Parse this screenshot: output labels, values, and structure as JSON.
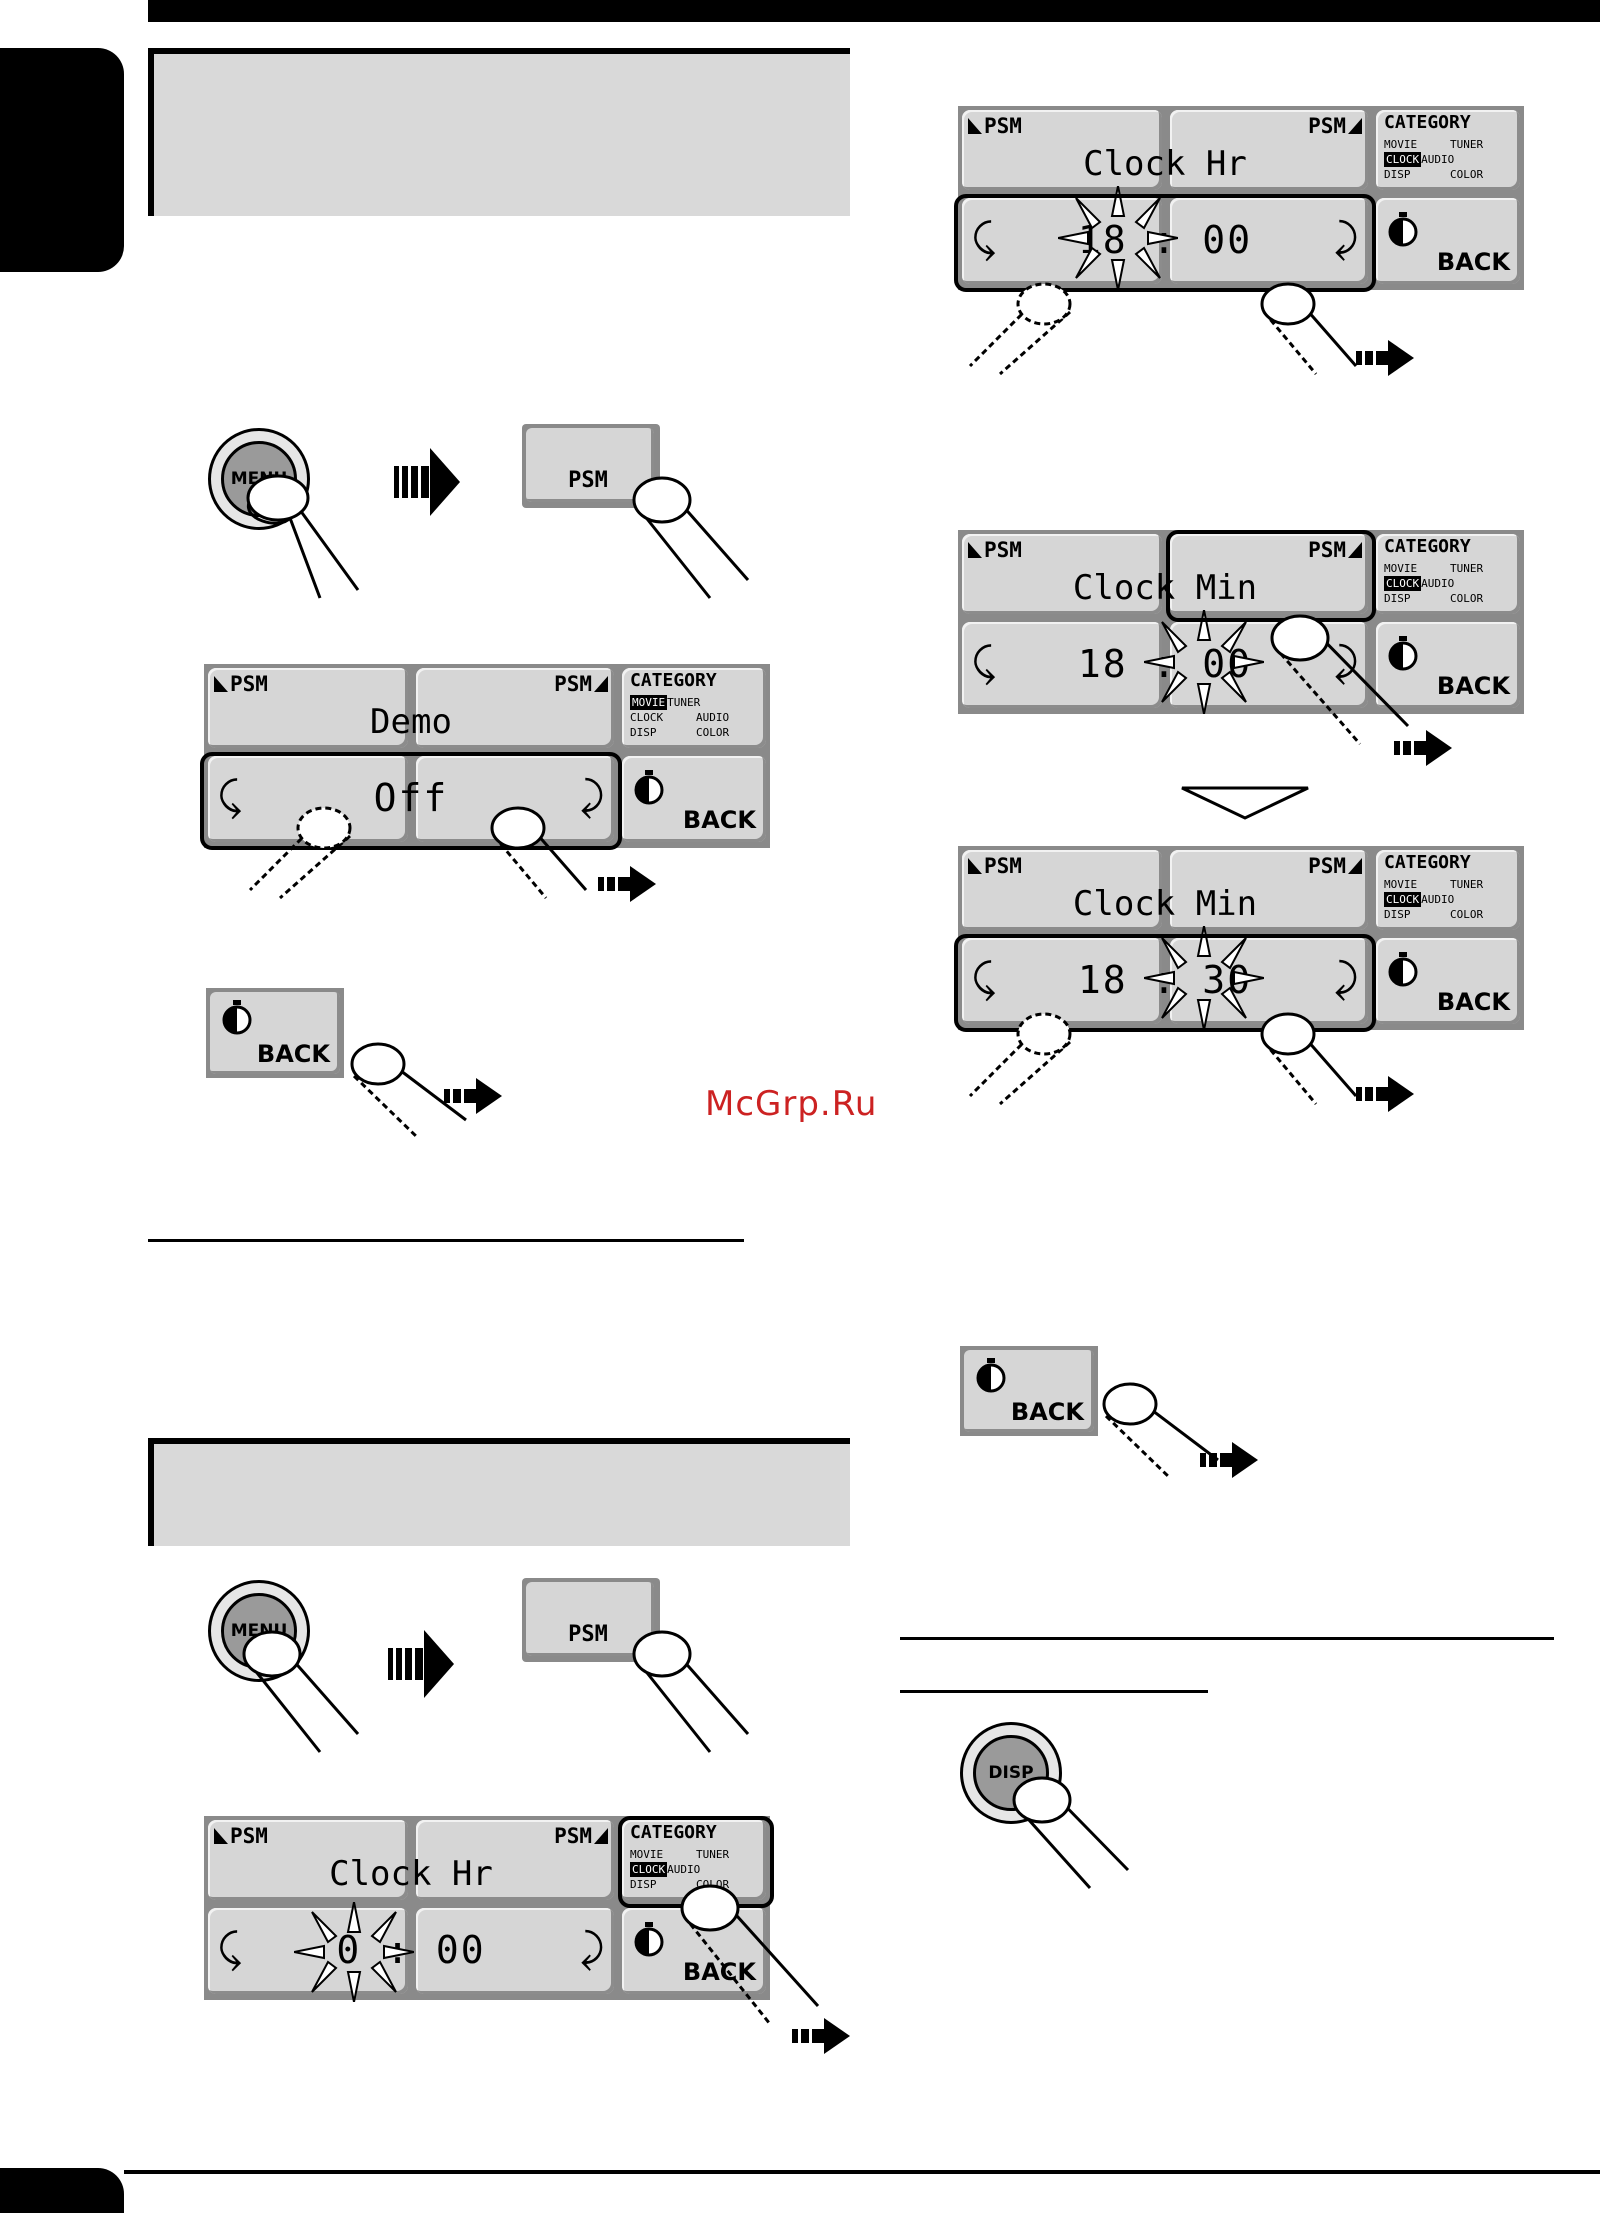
{
  "watermark": "McGrp.Ru",
  "category_cells": [
    "MOVIE",
    "TUNER",
    "CLOCK",
    "AUDIO",
    "DISP",
    "COLOR"
  ],
  "buttons": {
    "menu": "MENU",
    "psm": "PSM",
    "back": "BACK",
    "disp": "DISP",
    "category": "CATEGORY"
  },
  "panels": [
    {
      "id": "demo",
      "title": "Demo",
      "value": "Off",
      "highlight": "MOVIE"
    },
    {
      "id": "clock-hr-initial",
      "title": "Clock Hr",
      "value": "0 : 00",
      "highlight": "CLOCK"
    },
    {
      "id": "clock-hr-set",
      "title": "Clock Hr",
      "value": "18 : 00",
      "highlight": "CLOCK"
    },
    {
      "id": "clock-min-select",
      "title": "Clock Min",
      "value": "18 : 00",
      "highlight": "CLOCK"
    },
    {
      "id": "clock-min-set",
      "title": "Clock Min",
      "value": "18 : 30",
      "highlight": "CLOCK"
    }
  ],
  "colors": {
    "lcd_face": "#d6d6d6",
    "lcd_frame": "#8a8a8a",
    "section_head": "#d9d9d9",
    "watermark": "#cc2222"
  }
}
